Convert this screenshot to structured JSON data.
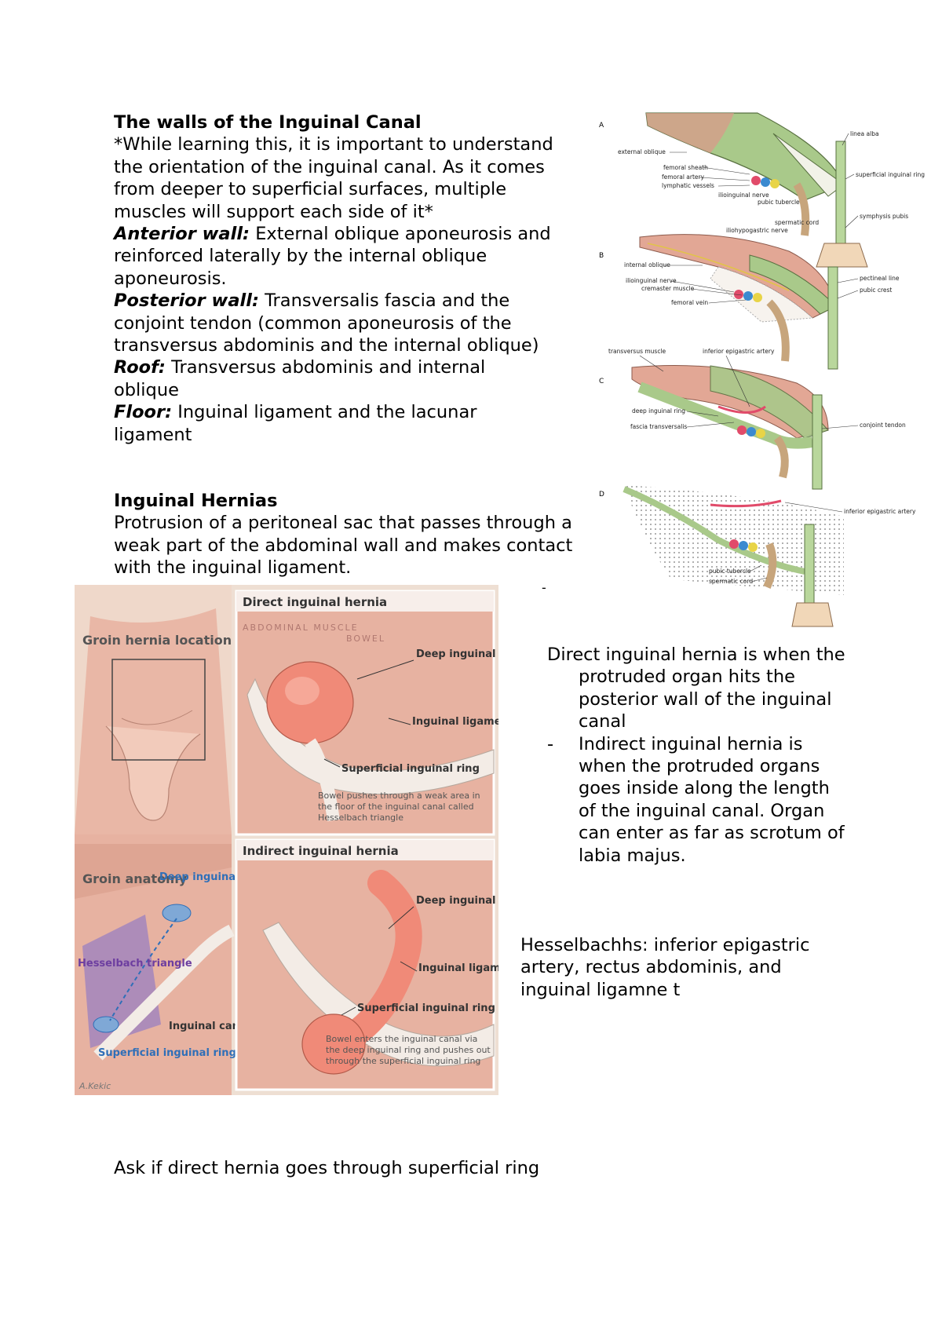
{
  "left_text": {
    "heading": "The walls of the Inguinal Canal",
    "intro": "*While learning this, it is important to understand the orientation of the inguinal canal. As it comes from deeper to superficial surfaces, multiple muscles will support each side of it*",
    "anterior_label": "Anterior wall:",
    "anterior_text": " External oblique aponeurosis and reinforced laterally by the internal oblique aponeurosis.",
    "posterior_label": "Posterior wall:",
    "posterior_text": " Transversalis fascia and the conjoint tendon (common aponeurosis of the transversus abdominis and the internal oblique)",
    "roof_label": "Roof:",
    "roof_text": " Transversus abdominis and internal oblique",
    "floor_label": "Floor:",
    "floor_text": " Inguinal ligament and the lacunar ligament",
    "hernia_heading": "Inguinal Hernias",
    "hernia_text": "Protrusion of a peritoneal sac that passes through a weak part of the abdominal wall and makes contact with the inguinal ligament.",
    "stray_dash": "-"
  },
  "right_text": {
    "direct": "Direct inguinal hernia is when the protruded organ hits the posterior wall of the inguinal canal",
    "indirect_dash": "-",
    "indirect": "Indirect inguinal hernia is when the protruded organs goes inside along the length of the inguinal canal. Organ can enter as far as scrotum of labia majus.",
    "hesselbach": "Hesselbachhs: inferior epigastric artery, rectus abdominis, and inguinal ligamne t"
  },
  "bottom_text": {
    "question": "Ask if direct hernia goes through superficial ring"
  },
  "anatomy_figure": {
    "panel_a": {
      "letter": "A",
      "labels": [
        "external oblique",
        "femoral sheath",
        "femoral artery",
        "lymphatic vessels",
        "ilioinguinal nerve",
        "pubic tubercle",
        "spermatic cord",
        "linea alba",
        "superficial inguinal ring",
        "symphysis pubis"
      ]
    },
    "panel_b": {
      "letter": "B",
      "labels": [
        "iliohypogastric nerve",
        "internal oblique",
        "ilioinguinal nerve",
        "cremaster muscle",
        "femoral vein",
        "pectineal line",
        "pubic crest"
      ]
    },
    "panel_c": {
      "letter": "C",
      "labels": [
        "transversus muscle",
        "inferior epigastric artery",
        "deep inguinal ring",
        "fascia transversalis",
        "conjoint tendon"
      ]
    },
    "panel_d": {
      "letter": "D",
      "labels": [
        "inferior epigastric artery",
        "pubic tubercle",
        "spermatic cord"
      ]
    }
  },
  "hernia_figure": {
    "groin_location_title": "Groin hernia location",
    "groin_anatomy_title": "Groin anatomy",
    "deep_ring_left": "Deep inguinal ring",
    "hesselbach_triangle": "Hesselbach triangle",
    "inguinal_canal": "Inguinal canal",
    "superficial_ring_left": "Superficial inguinal ring",
    "signature": "A.Kekic",
    "direct_title": "Direct inguinal hernia",
    "abdominal_muscle": "ABDOMINAL MUSCLE",
    "bowel": "BOWEL",
    "direct_deep_ring": "Deep inguinal ring",
    "direct_ligament": "Inguinal ligament",
    "direct_superficial": "Superficial inguinal ring",
    "direct_caption": "Bowel pushes through a weak area in the floor of the inguinal canal called Hesselbach triangle",
    "indirect_title": "Indirect inguinal hernia",
    "indirect_deep_ring": "Deep inguinal ring",
    "indirect_ligament": "Inguinal ligament",
    "indirect_superficial": "Superficial inguinal ring",
    "indirect_caption": "Bowel enters the inguinal canal via the deep inguinal ring and pushes out through the superficial inguinal ring"
  },
  "colors": {
    "muscle": "#e9b7a6",
    "muscle_dark": "#cf8f7e",
    "bowel": "#f08a78",
    "fascia_green": "#a9c98a",
    "panel_bg": "#e8d6c8",
    "hesselbach_purple": "#9a7fc2",
    "label_blue": "#2f6fb8",
    "label_purple": "#6d3ea0"
  }
}
